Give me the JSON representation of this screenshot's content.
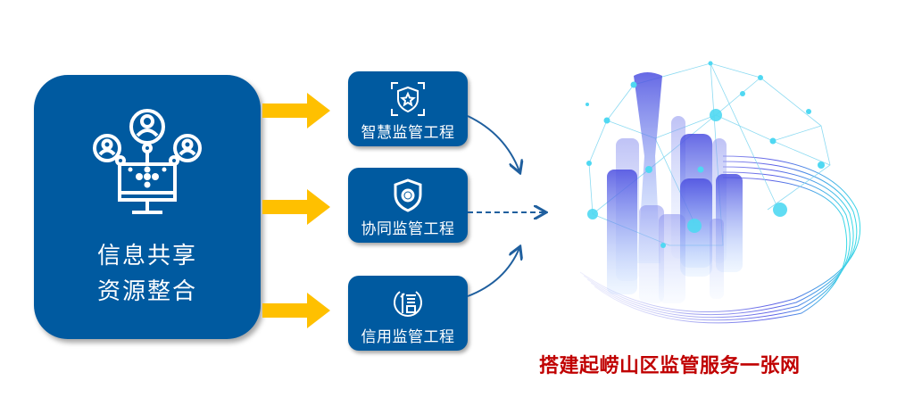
{
  "source_box": {
    "icon": "network-users-monitor-icon",
    "line1": "信息共享",
    "line2": "资源整合",
    "color": "#005aa0"
  },
  "arrow_color": "#ffc000",
  "projects": [
    {
      "label": "智慧监管工程",
      "icon": "shield-star-scan-icon"
    },
    {
      "label": "协同监管工程",
      "icon": "shield-eye-icon"
    },
    {
      "label": "信用监管工程",
      "icon": "credit-xin-icon"
    }
  ],
  "connector_color": "#1f5f9e",
  "illustration": "smart-city-network-illustration",
  "slogan": {
    "text": "搭建起崂山区监管服务一张网",
    "color": "#c00000"
  }
}
